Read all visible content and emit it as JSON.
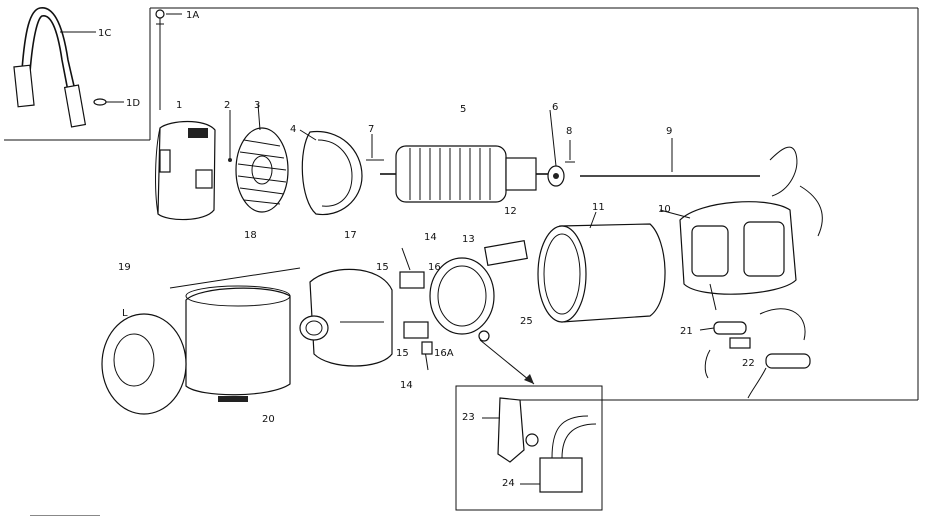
{
  "labels": {
    "l1A": "1A",
    "l1C": "1C",
    "l1D": "1D",
    "l1": "1",
    "l2": "2",
    "l3": "3",
    "l4": "4",
    "l5": "5",
    "l6": "6",
    "l7": "7",
    "l8": "8",
    "l9": "9",
    "l10": "10",
    "l11": "11",
    "l12": "12",
    "l13": "13",
    "l14a": "14",
    "l14b": "14",
    "l15a": "15",
    "l15b": "15",
    "l16": "16",
    "l16A": "16A",
    "l17": "17",
    "l18": "18",
    "l19": "19",
    "l20": "20",
    "l21": "21",
    "l22": "22",
    "l23": "23",
    "l24": "24",
    "l25": "25",
    "lL": "L"
  },
  "colors": {
    "ink": "#111111",
    "paper": "#ffffff"
  }
}
